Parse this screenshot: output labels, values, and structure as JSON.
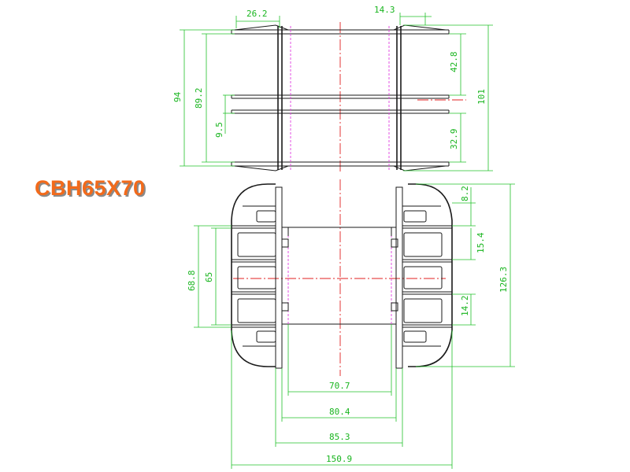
{
  "title": "CBH65X70",
  "colors": {
    "title": "#f26a1b",
    "dimension": "#19b51f",
    "outline": "#1a1a1a",
    "hidden": "#e040e0",
    "center": "#e02020"
  },
  "dimensions": {
    "top_view": {
      "flange_width_left": "26.2",
      "flange_width_right": "14.3",
      "overall_height_outer": "94",
      "overall_height_inner": "89.2",
      "slot_gap": "9.5",
      "upper_section": "42.8",
      "lower_section": "32.9",
      "total_height": "101"
    },
    "bottom_view": {
      "core_width": "70.7",
      "inner_flange_width": "80.4",
      "outer_flange_width": "85.3",
      "overall_width": "150.9",
      "window_height_outer": "68.8",
      "window_height_inner": "65",
      "pin_pitch_top": "8.2",
      "pin_spacing_upper": "15.4",
      "pin_spacing_lower": "14.2",
      "overall_height": "126.3"
    }
  }
}
